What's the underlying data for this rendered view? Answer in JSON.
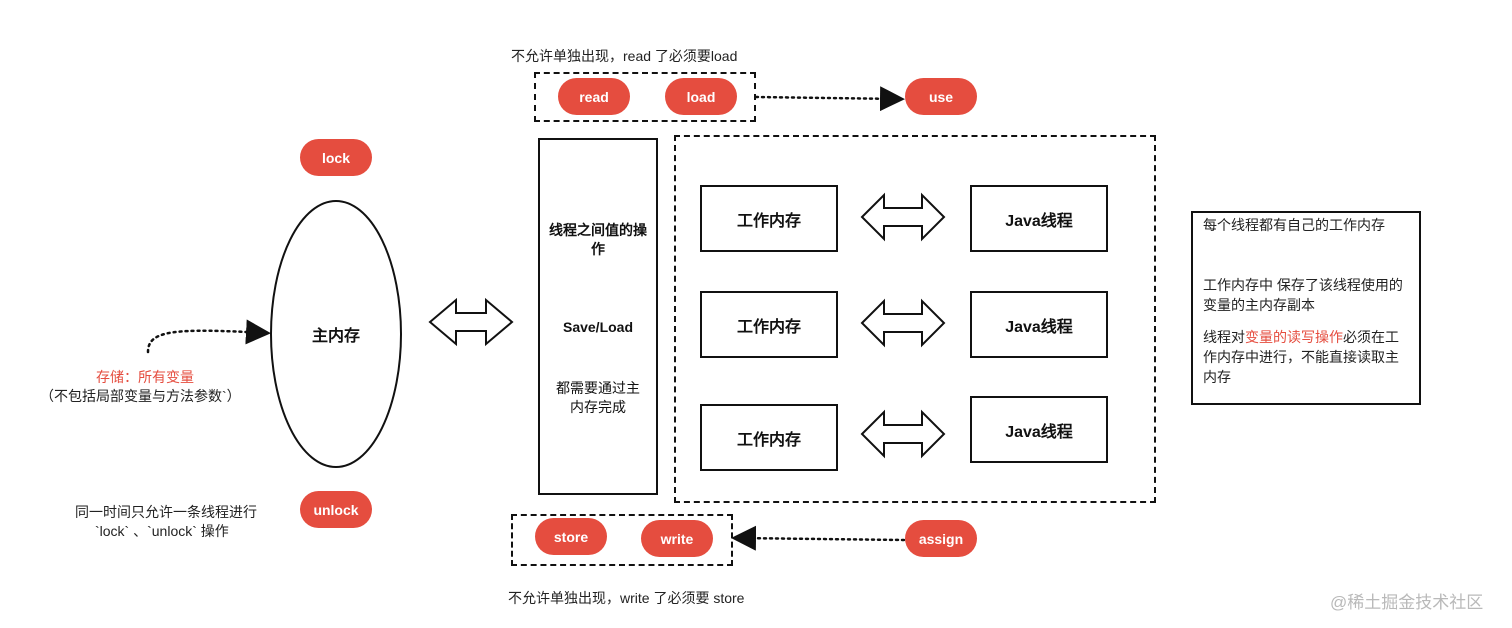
{
  "main_memory": {
    "label": "主内存",
    "lock": "lock",
    "unlock": "unlock",
    "storage_title": "存储：所有变量",
    "storage_note": "（不包括局部变量与方法参数`）",
    "lock_note_line1": "同一时间只允许一条线程进行",
    "lock_note_line2": "`lock` 、`unlock` 操作"
  },
  "ops_panel": {
    "title": "线程之间值的操作",
    "save_load": "Save/Load",
    "desc": "都需要通过主内存完成"
  },
  "top_ops": {
    "note": "不允许单独出现，read 了必须要load",
    "read": "read",
    "load": "load",
    "use": "use"
  },
  "bottom_ops": {
    "note": "不允许单独出现，write 了必须要 store",
    "store": "store",
    "write": "write",
    "assign": "assign"
  },
  "threads": [
    {
      "work_memory": "工作内存",
      "java_thread": "Java线程"
    },
    {
      "work_memory": "工作内存",
      "java_thread": "Java线程"
    },
    {
      "work_memory": "工作内存",
      "java_thread": "Java线程"
    }
  ],
  "side_note": {
    "line1": "每个线程都有自己的工作内存",
    "line2": "工作内存中 保存了该线程使用的变量的主内存副本",
    "line3_before": "线程对",
    "line3_red": "变量的读写操作",
    "line3_after": "必须在工作内存中进行，不能直接读取主内存"
  },
  "watermark": "@稀土掘金技术社区",
  "colors": {
    "accent": "#e54d3f",
    "stroke": "#111111"
  }
}
